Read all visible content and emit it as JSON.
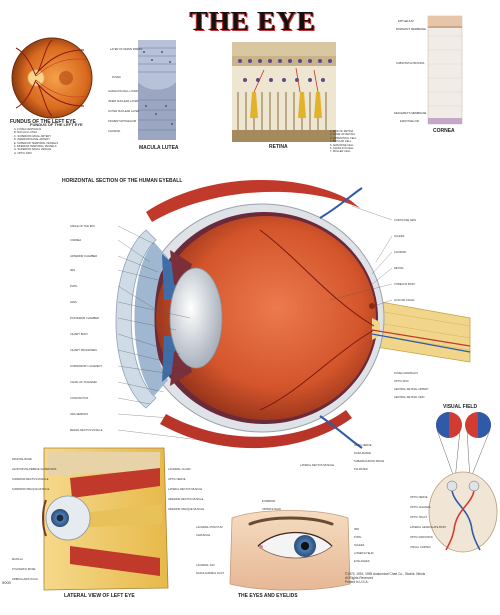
{
  "title": "THE EYE",
  "captions": {
    "fundus": "FUNDUS OF THE LEFT EYE",
    "macula": "MACULA LUTEA",
    "retina": "RETINA",
    "cornea": "CORNEA",
    "horizontal": "HORIZONTAL SECTION OF THE HUMAN EYEBALL",
    "visual_field": "VISUAL FIELD",
    "lateral": "LATERAL VIEW OF LEFT EYE",
    "eyelids": "THE EYES AND EYELIDS"
  },
  "fundus_list": [
    "A. FOVEA CENTRALIS",
    "B. MACULA LUTEA",
    "C. SUPERIOR NASAL ARTERY",
    "D. INFERIOR NASAL ARTERY",
    "E. SUPERIOR TEMPORAL VESSELS",
    "F. INFERIOR TEMPORAL VESSELS",
    "G. SUPERIOR NASAL VENULE",
    "H. OPTIC DISC"
  ],
  "retina_list": [
    "1. ROD OF RETINA",
    "2. CONE OF RETINA",
    "3. HORIZONTAL CELL",
    "4. BIPOLAR CELL",
    "5. AMACRINE CELL",
    "6. GANGLION CELL",
    "7. MÜLLER CELL"
  ],
  "macula_labels": [
    "LAYER OF NERVE FIBERS",
    "FOVEA",
    "GANGLION CELL LAYER",
    "INNER NUCLEAR LAYER",
    "OUTER NUCLEAR LAYER",
    "PIGMENT EPITHELIUM",
    "CHOROID"
  ],
  "cornea_labels": [
    "EPITHELIUM",
    "BOWMAN'S MEMBRANE",
    "SUBSTANTIA PROPRIA",
    "DESCEMET'S MEMBRANE",
    "ENDOTHELIUM"
  ],
  "horizontal_left": [
    "ANGLE OF THE IRIS",
    "CORNEA",
    "ANTERIOR CHAMBER",
    "IRIS",
    "PUPIL",
    "LENS",
    "POSTERIOR CHAMBER",
    "CILIARY BODY",
    "CILIARY PROCESSES",
    "SUSPENSORY LIGAMENT",
    "CANAL OF SCHLEMM",
    "CONJUNCTIVA",
    "ORA SERRATA",
    "MEDIAL RECTUS MUSCLE"
  ],
  "horizontal_right": [
    "VORTICOSE VEIN",
    "SCLERA",
    "CHOROID",
    "RETINA",
    "VITREOUS BODY",
    "HYALOID CANAL",
    "FOVEA CENTRALIS",
    "OPTIC DISC",
    "CENTRAL RETINAL ARTERY",
    "CENTRAL RETINAL VEIN",
    "LATERAL RECTUS MUSCLE",
    "OPTIC NERVE",
    "DURA MATER",
    "SUBARACHNOID SPACE",
    "PIA MATER"
  ],
  "lateral_labels": [
    "FRONTAL BONE",
    "LEVATOR PALPEBRAE SUPERIORIS",
    "SUPERIOR RECTUS MUSCLE",
    "SUPERIOR OBLIQUE MUSCLE",
    "LACRIMAL GLAND",
    "OPTIC NERVE",
    "LATERAL RECTUS MUSCLE",
    "INFERIOR RECTUS MUSCLE",
    "INFERIOR OBLIQUE MUSCLE",
    "MAXILLA",
    "ZYGOMATIC BONE",
    "ORBICULARIS OCULI"
  ],
  "eyelid_labels": [
    "EYEBROW",
    "UPPER EYELID",
    "LACRIMAL PUNCTUM",
    "CARUNCLE",
    "IRIS",
    "PUPIL",
    "SCLERA",
    "LOWER EYELID",
    "EYELASHES",
    "LACRIMAL SAC",
    "NASOLACRIMAL DUCT"
  ],
  "field_labels": [
    "OPTIC NERVE",
    "OPTIC CHIASMA",
    "OPTIC TRACT",
    "LATERAL GENICULATE BODY",
    "OPTIC RADIATION",
    "VISUAL CORTEX"
  ],
  "copyright": [
    "©1979, 1991, 1995 Anatomical Chart Co., Skokie, Illinois",
    "All Rights Reserved",
    "Printed in U.S.A."
  ],
  "code": "9000",
  "colors": {
    "iris": "#4e7fb5",
    "vitreous": "#d4552b",
    "sclera": "#dfe3e8",
    "muscle": "#c0392b",
    "nerve": "#e8c15a",
    "fat": "#f2d377"
  }
}
